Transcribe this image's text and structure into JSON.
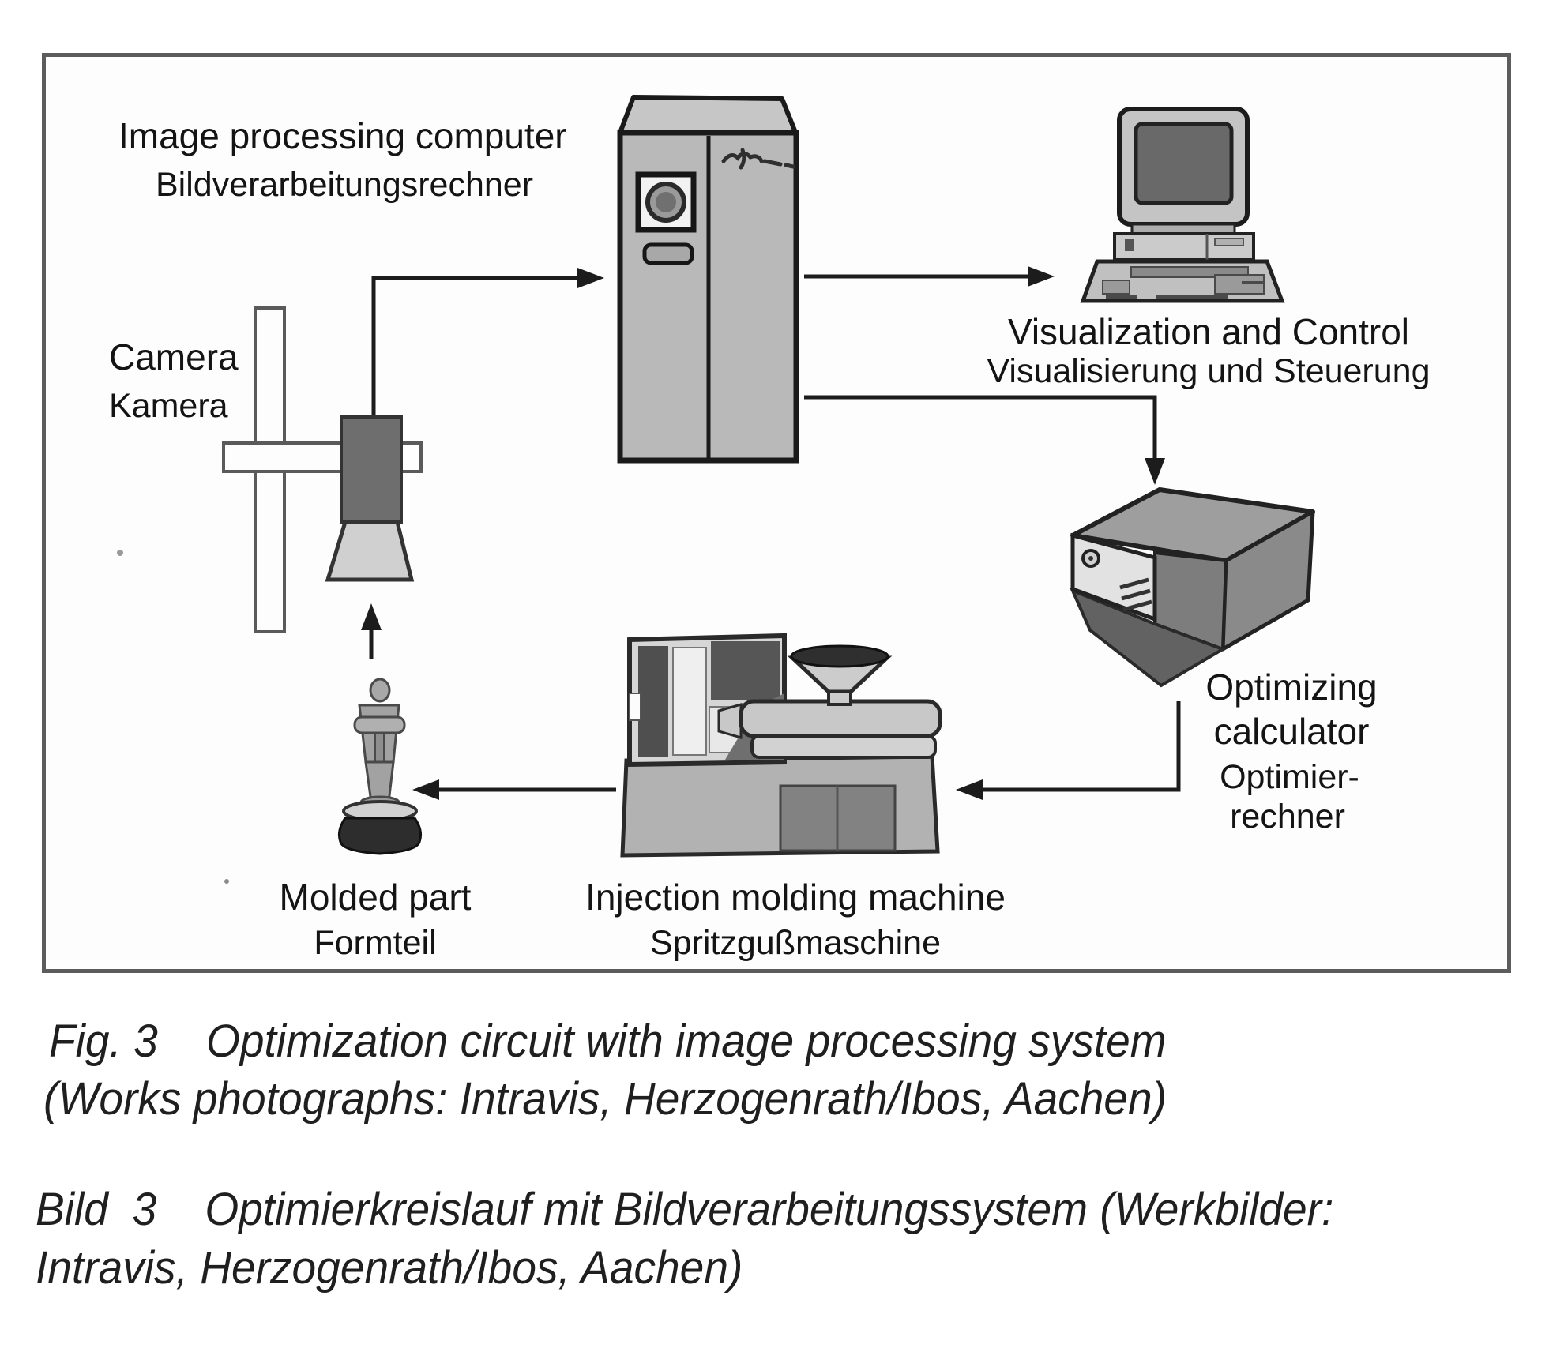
{
  "diagram": {
    "labels": {
      "image_processing_computer_en": "Image processing computer",
      "image_processing_computer_de": "Bildverarbeitungsrechner",
      "camera_en": "Camera",
      "camera_de": "Kamera",
      "visualization_en": "Visualization and Control",
      "visualization_de": "Visualisierung und Steuerung",
      "optimizing_en_line1": "Optimizing",
      "optimizing_en_line2": "calculator",
      "optimizing_de_line1": "Optimier-",
      "optimizing_de_line2": "rechner",
      "molded_part_en": "Molded part",
      "molded_part_de": "Formteil",
      "injection_machine_en": "Injection molding machine",
      "injection_machine_de": "Spritzgußmaschine"
    },
    "icons": [
      "tower-computer-icon",
      "desktop-computer-icon",
      "camera-on-stand-icon",
      "optimizing-calculator-box-icon",
      "injection-molding-machine-icon",
      "molded-part-statuette-icon",
      "illegible-brand-logo-mark"
    ],
    "flow": [
      "camera -> image processing computer",
      "image processing computer -> visualization and control",
      "image processing computer -> optimizing calculator",
      "optimizing calculator -> injection molding machine",
      "injection molding machine -> molded part",
      "molded part -> camera"
    ]
  },
  "caption": {
    "en_line1": "Fig. 3    Optimization circuit with image processing system",
    "en_line2": "(Works photographs: Intravis, Herzogenrath/Ibos, Aachen)",
    "de_line1": "Bild  3    Optimierkreislauf mit Bildverarbeitungssystem (Werkbilder:",
    "de_line2": "Intravis, Herzogenrath/Ibos, Aachen)"
  },
  "colors": {
    "frame_border": "#5c5c5c",
    "ink": "#1a1a1a",
    "tower_body": "#b9b9b9",
    "screen_dark": "#696969",
    "machine_body": "#b2b2b2",
    "panel_dark": "#4f4f4f",
    "statuette_body": "#a2a2a2",
    "statuette_base": "#2d2d2d",
    "box_shadow": "#7d7d7d"
  }
}
